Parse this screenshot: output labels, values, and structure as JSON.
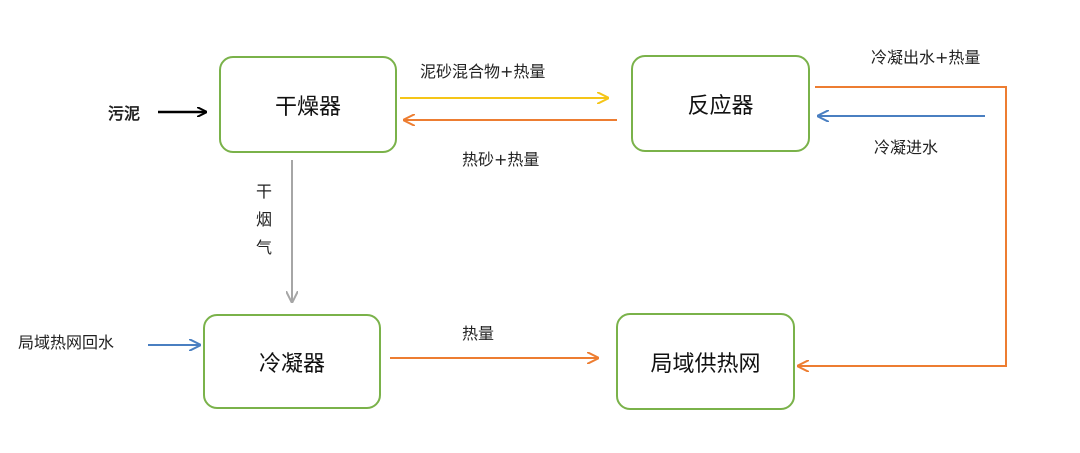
{
  "nodes": {
    "dryer": "干燥器",
    "reactor": "反应器",
    "condenser": "冷凝器",
    "district_heating": "局域供热网"
  },
  "labels": {
    "sludge": "污泥",
    "sludge_sand_mixture": "泥砂混合物+热量",
    "hot_sand": "热砂+热量",
    "dry_flue_gas": "干烟气",
    "condensate_out": "冷凝出水+热量",
    "condensate_in": "冷凝进水",
    "district_return": "局域热网回水",
    "heat": "热量"
  },
  "colors": {
    "box_border": "#7ab24a",
    "yellow_arrow": "#f5c518",
    "orange_arrow": "#ed7d31",
    "blue_arrow": "#4a7fc1",
    "gray_arrow": "#a6a6a6",
    "black_arrow": "#000000"
  }
}
